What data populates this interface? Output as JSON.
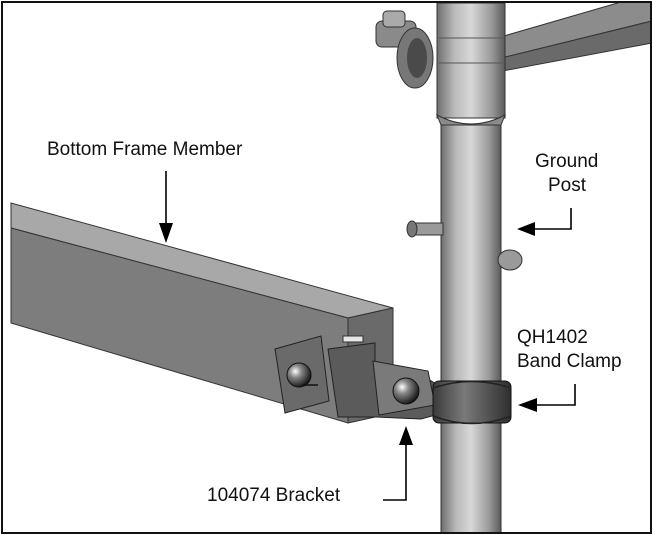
{
  "labels": {
    "bottom_frame_member": "Bottom Frame Member",
    "ground_post_line1": "Ground",
    "ground_post_line2": "Post",
    "band_clamp_line1": "QH1402",
    "band_clamp_line2": "Band Clamp",
    "bracket": "104074 Bracket"
  }
}
